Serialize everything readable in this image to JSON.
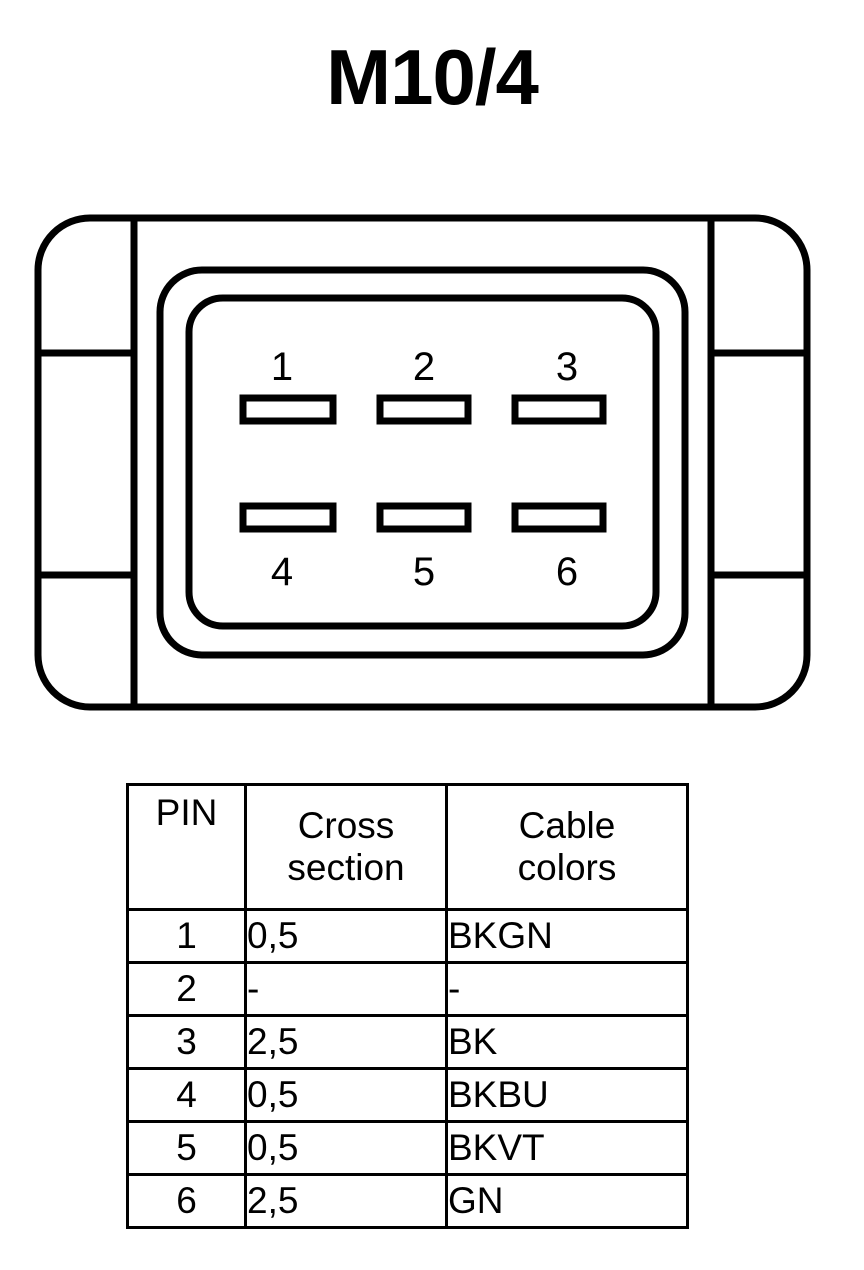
{
  "title": "M10/4",
  "connector": {
    "name": "6-way-rectangular-connector",
    "pin_labels_top": [
      "1",
      "2",
      "3"
    ],
    "pin_labels_bottom": [
      "4",
      "5",
      "6"
    ],
    "stroke_color": "#000000",
    "fill_color": "#ffffff"
  },
  "table": {
    "headers": {
      "pin": "PIN",
      "cross_section_line1": "Cross",
      "cross_section_line2": "section",
      "cable_colors_line1": "Cable",
      "cable_colors_line2": "colors"
    },
    "rows": [
      {
        "pin": "1",
        "cross_section": "0,5",
        "cable_colors": "BKGN"
      },
      {
        "pin": "2",
        "cross_section": "-",
        "cable_colors": "-"
      },
      {
        "pin": "3",
        "cross_section": "2,5",
        "cable_colors": "BK"
      },
      {
        "pin": "4",
        "cross_section": "0,5",
        "cable_colors": "BKBU"
      },
      {
        "pin": "5",
        "cross_section": "0,5",
        "cable_colors": "BKVT"
      },
      {
        "pin": "6",
        "cross_section": "2,5",
        "cable_colors": "GN"
      }
    ]
  }
}
